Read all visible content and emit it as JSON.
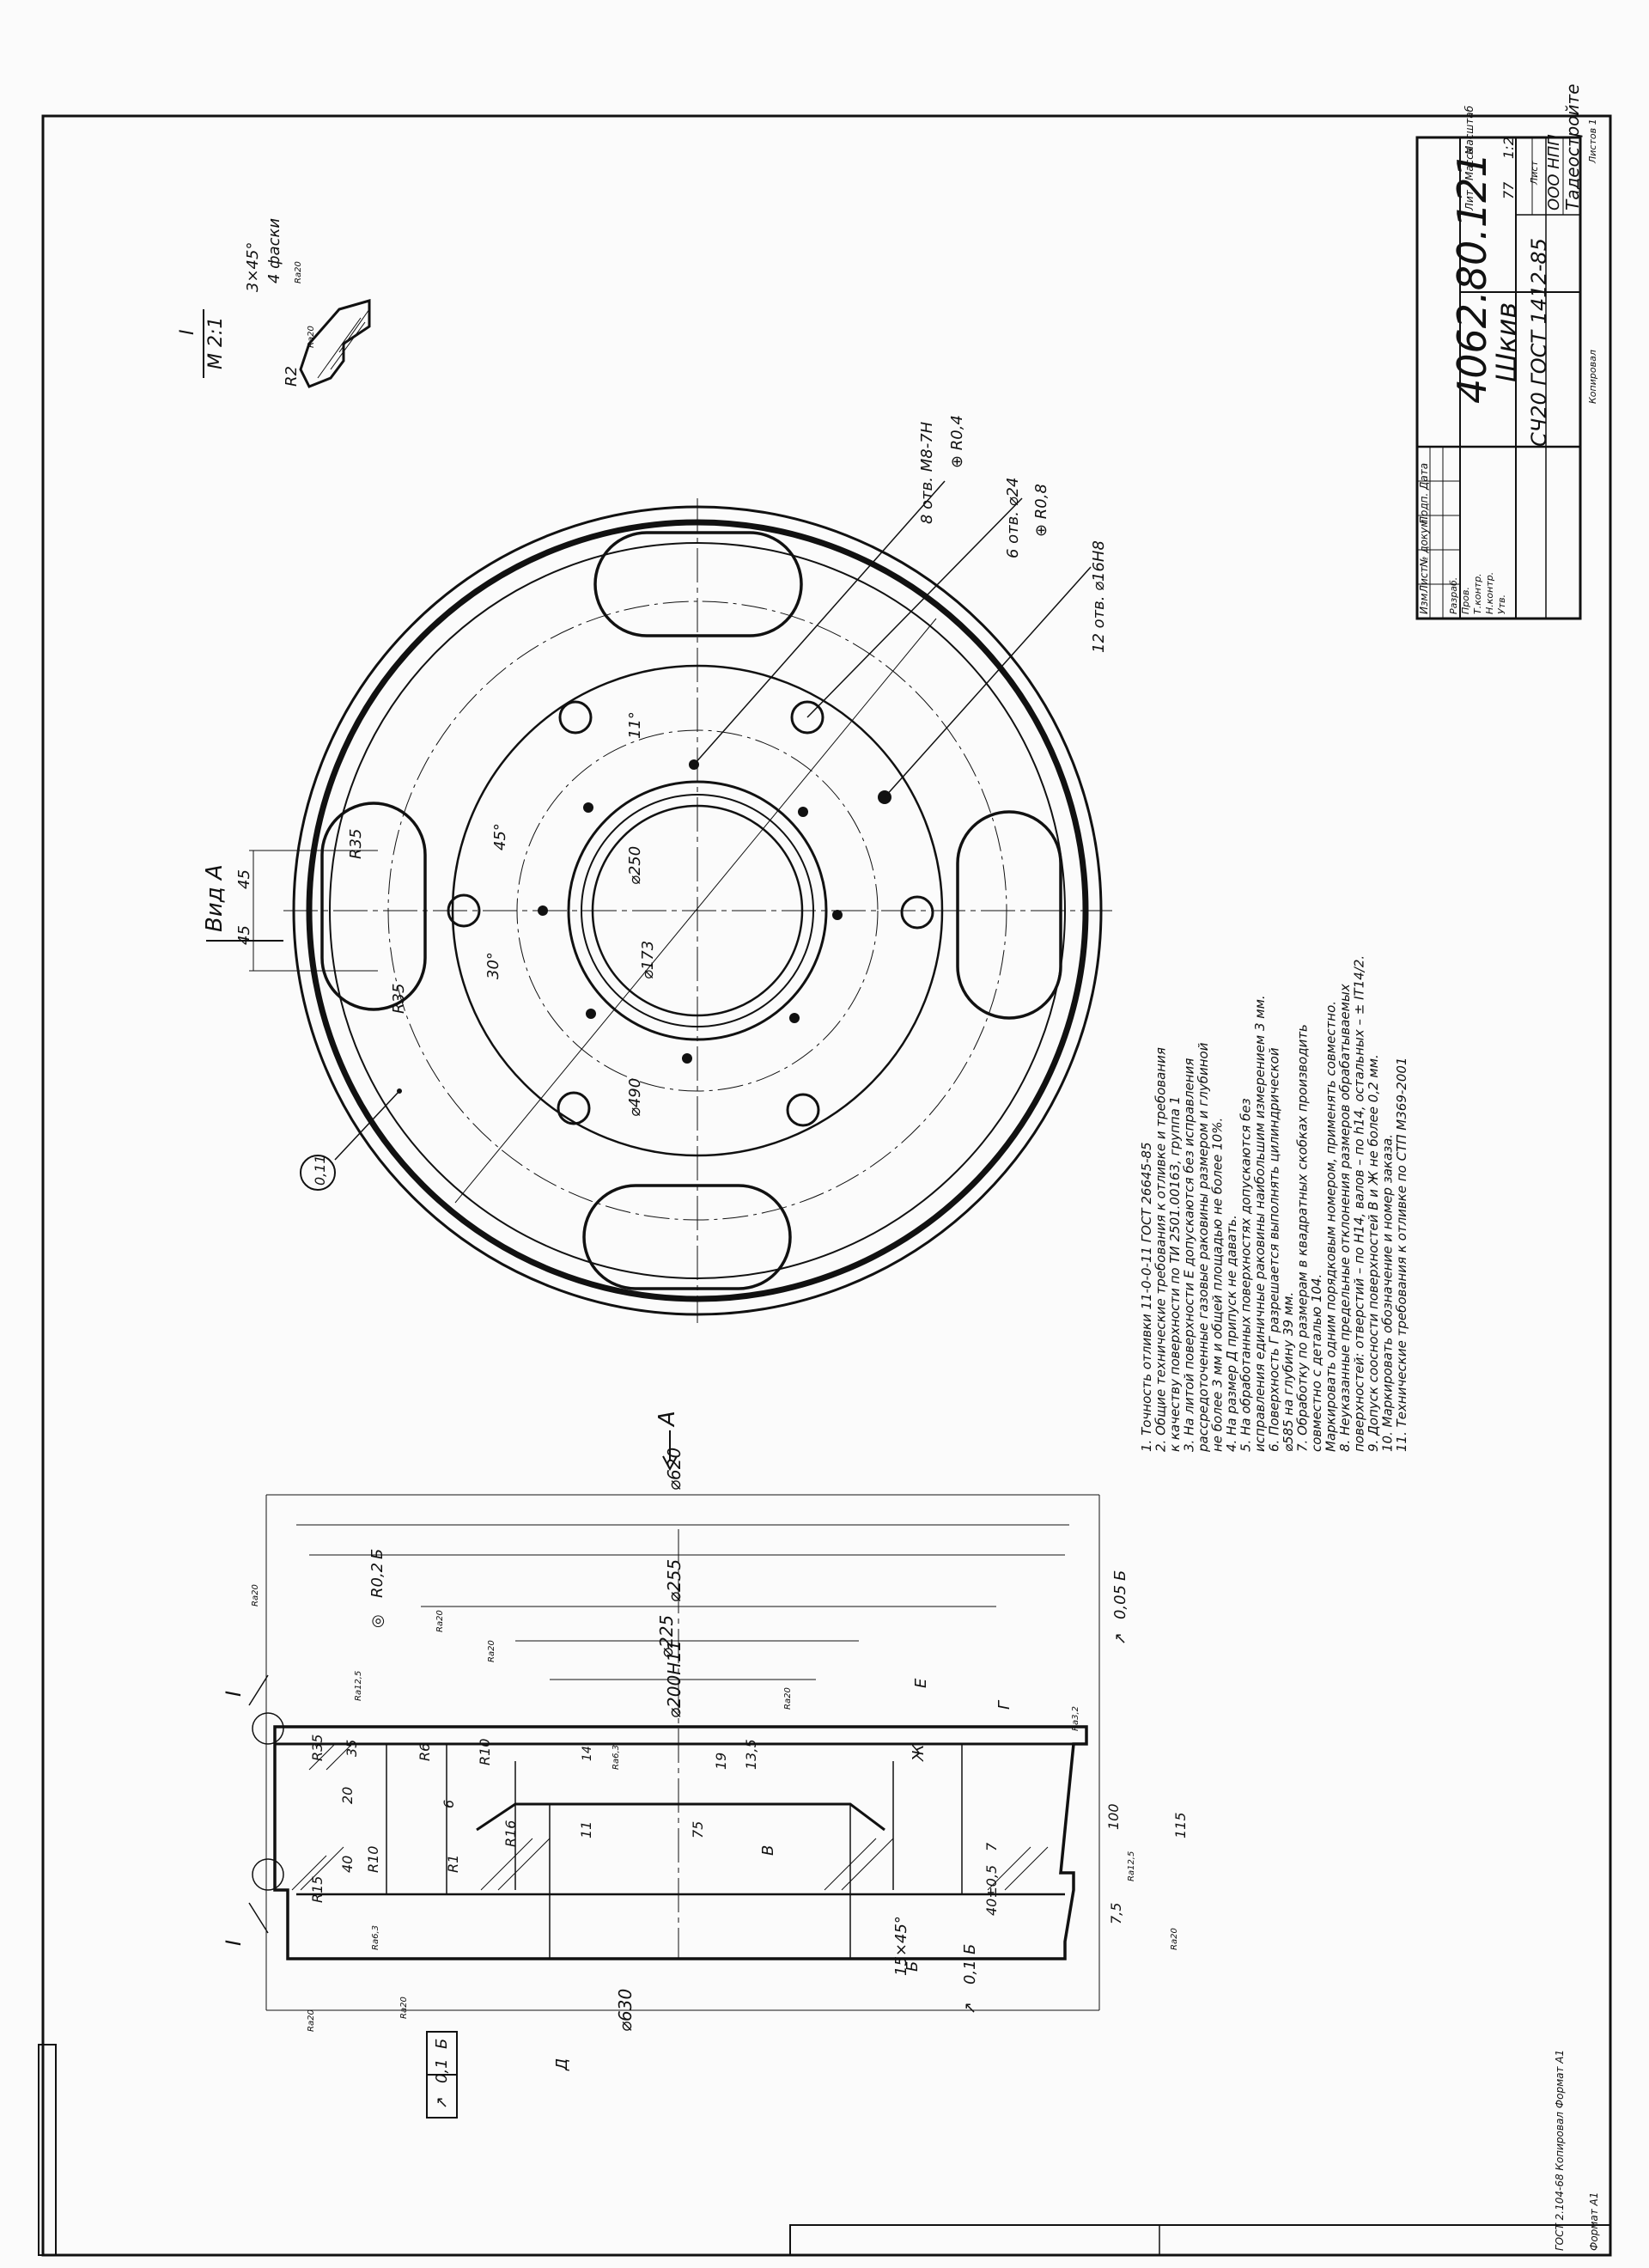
{
  "title_block": {
    "designation": "4062.80.121",
    "part_name": "Шкив",
    "material": "СЧ20 ГОСТ 1412-85",
    "company": "ООО НПП",
    "plant": "Тадеостройте",
    "mass": "77",
    "scale": "1:2",
    "row_labels": [
      "Изм",
      "Лист",
      "№ докум.",
      "Подп.",
      "Дата",
      "Разраб.",
      "Пров.",
      "Т.контр.",
      "Н.контр.",
      "Утв."
    ],
    "col_labels": [
      "Лит.",
      "Масса",
      "Масштаб"
    ],
    "sheet_label": "Лист",
    "sheets_label": "Листов 1",
    "format_label": "Копировал",
    "format_value": "Формат А1"
  },
  "views": {
    "view_a_label": "Вид А",
    "detail_label": "I",
    "detail_scale": "М 2:1",
    "section_marker": "I",
    "view_arrow": "А"
  },
  "detail": {
    "chamfer": "3×45°",
    "chamfer_note": "4 фаски",
    "r2": "R2",
    "rough1": "Ra20",
    "rough2": "Ra20"
  },
  "front_view": {
    "callouts": [
      {
        "text": "8 отв. М8-7Н",
        "pos": "⊕ R0,4"
      },
      {
        "text": "6 отв. ⌀24",
        "pos": "⊕ R0,8"
      },
      {
        "text": "12 отв. ⌀16Н8",
        "pos": ""
      }
    ],
    "dims": {
      "r35a": "R35",
      "r35b": "R35",
      "d45a": "45",
      "d45b": "45",
      "ang45": "45°",
      "ang30": "30°",
      "ang11": "11°",
      "d173": "⌀173",
      "d250": "⌀250",
      "d490": "⌀490",
      "tol": "0,11"
    }
  },
  "section_view": {
    "dims_top": [
      "⌀620",
      "⌀255",
      "⌀225",
      "⌀200Н11"
    ],
    "dim_bottom": [
      "⌀630"
    ],
    "radii": [
      "R15",
      "R35",
      "R10",
      "R6",
      "R1",
      "R10",
      "R16"
    ],
    "misc": [
      "20",
      "40",
      "35",
      "6",
      "14",
      "11",
      "75",
      "19",
      "13,5",
      "100",
      "115",
      "7,5",
      "7",
      "40±0,5",
      "15×45°",
      "В",
      "Ж",
      "Е",
      "Г",
      "Д",
      "Б"
    ],
    "tolerances": [
      {
        "sym": "◎",
        "value": "R0,2",
        "datum": "Б"
      },
      {
        "sym": "↗",
        "value": "0,05",
        "datum": "Б"
      },
      {
        "sym": "↗",
        "value": "0,1",
        "datum": "Б"
      },
      {
        "sym": "↗",
        "value": "0,1",
        "datum": "Б"
      }
    ],
    "roughness": [
      "Ra20",
      "Ra20",
      "Ra20",
      "Ra20",
      "Ra12,5",
      "Ra6,3",
      "Ra6,3",
      "Ra20",
      "Ra20",
      "Ra3,2",
      "Ra12,5",
      "Ra20"
    ]
  },
  "notes": [
    "1. Точность отливки 11-0-0-11 ГОСТ 26645-85",
    "2. Общие технические требования к отливке и требования",
    "к качеству поверхности по ТИ 2501.00163, группа 1",
    "3. На литой поверхности Е допускаются без исправления",
    "рассредоточенные газовые раковины размером и глубиной",
    "не более 3 мм и общей площадью не более 10%.",
    "4. На размер Д припуск не давать.",
    "5. На обработанных поверхностях допускаются без",
    "исправления единичные раковины наибольшим измерением 3 мм.",
    "6. Поверхность Г разрешается выполнять цилиндрической",
    "⌀585 на глубину 39 мм.",
    "7. Обработку по размерам в квадратных скобках производить",
    "совместно с деталью 104.",
    "Маркировать одним порядковым номером, применять совместно.",
    "8. Неуказанные предельные отклонения размеров обрабатываемых",
    "поверхностей: отверстий – по Н14, валов – по h14, остальных – ± IT14/2.",
    "9. Допуск соосности поверхностей В и Ж не более 0,2 мм.",
    "10. Маркировать обозначение и номер заказа.",
    "11. Технические требования к отливке по СТП М369-2001"
  ],
  "stamp_footer": "ГОСТ 2.104-68 Копировал Формат А1"
}
